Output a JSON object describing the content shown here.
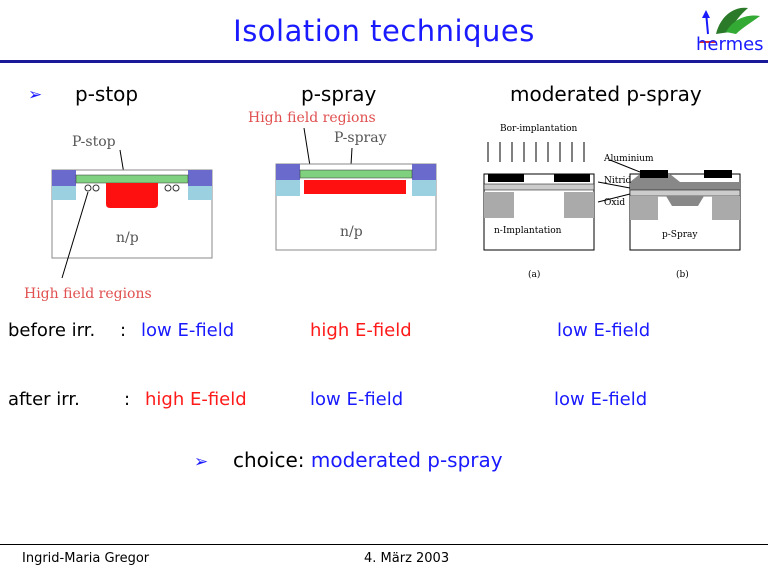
{
  "slide": {
    "title": "Isolation techniques",
    "logo_text": "hermes",
    "bullet_glyph": "➢",
    "headings": [
      "p-stop",
      "p-spray",
      "moderated p-spray"
    ],
    "figures": {
      "pstop_label": "P-stop",
      "pstop_bulk": "n/p",
      "pstop_high_field": "High field regions",
      "pspray_high_field": "High field regions",
      "pspray_label": "P-spray",
      "pspray_bulk": "n/p",
      "mod_bor": "Bor-implantation",
      "mod_aluminium": "Aluminium",
      "mod_nitrid": "Nitrid",
      "mod_oxid": "Oxid",
      "mod_n_impl": "n-Implantation",
      "mod_pspray": "p-Spray",
      "mod_a": "(a)",
      "mod_b": "(b)"
    },
    "rows": [
      {
        "label": "before irr.",
        "sep": ":",
        "values": [
          "low E-field",
          "high E-field",
          "low E-field"
        ]
      },
      {
        "label": "after irr.",
        "sep": ":",
        "values": [
          "high E-field",
          "low E-field",
          "low E-field"
        ]
      }
    ],
    "choice": {
      "prefix": "choice:",
      "value": "moderated p-spray"
    },
    "footer": {
      "author": "Ingrid-Maria Gregor",
      "date": "4. März 2003"
    }
  }
}
